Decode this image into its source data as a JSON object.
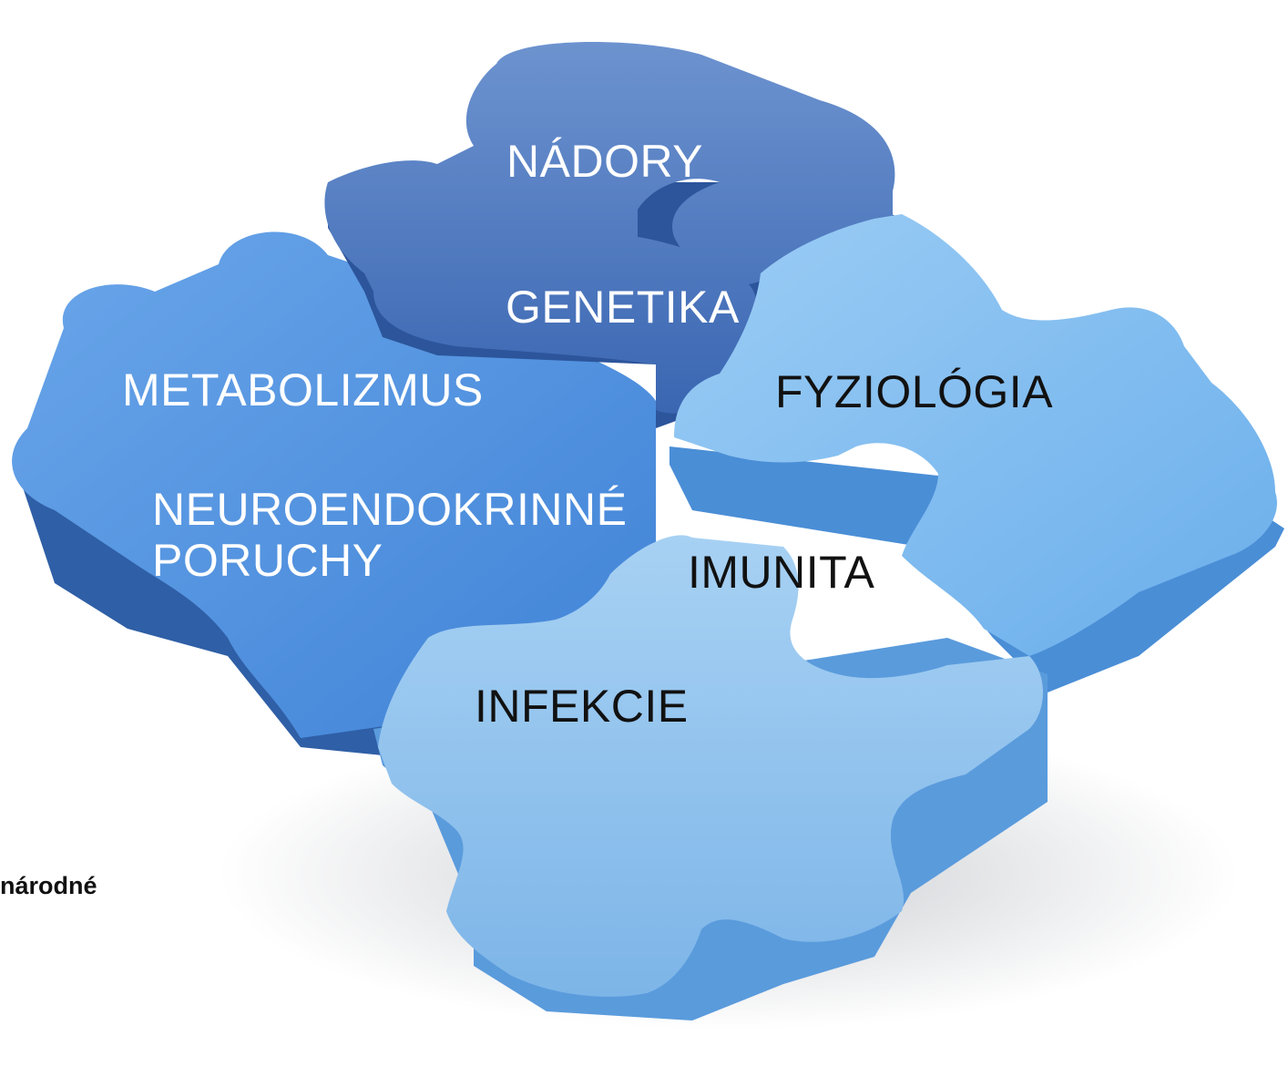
{
  "labels": {
    "nadory": "NÁDORY",
    "genetika": "GENETIKA",
    "metabolizmus": "METABOLIZMUS",
    "fyziologia": "FYZIOLÓGIA",
    "neuroendokrinne": "NEUROENDOKRINNÉ\nPORUCHY",
    "imunita": "IMUNITA",
    "infekcie": "INFEKCIE"
  },
  "side_text": "národné",
  "colors": {
    "dark_piece": "#3f6fbd",
    "mid_piece": "#4f90df",
    "light_piece": "#7fb9ee",
    "lightest_piece": "#8cc1f0"
  }
}
